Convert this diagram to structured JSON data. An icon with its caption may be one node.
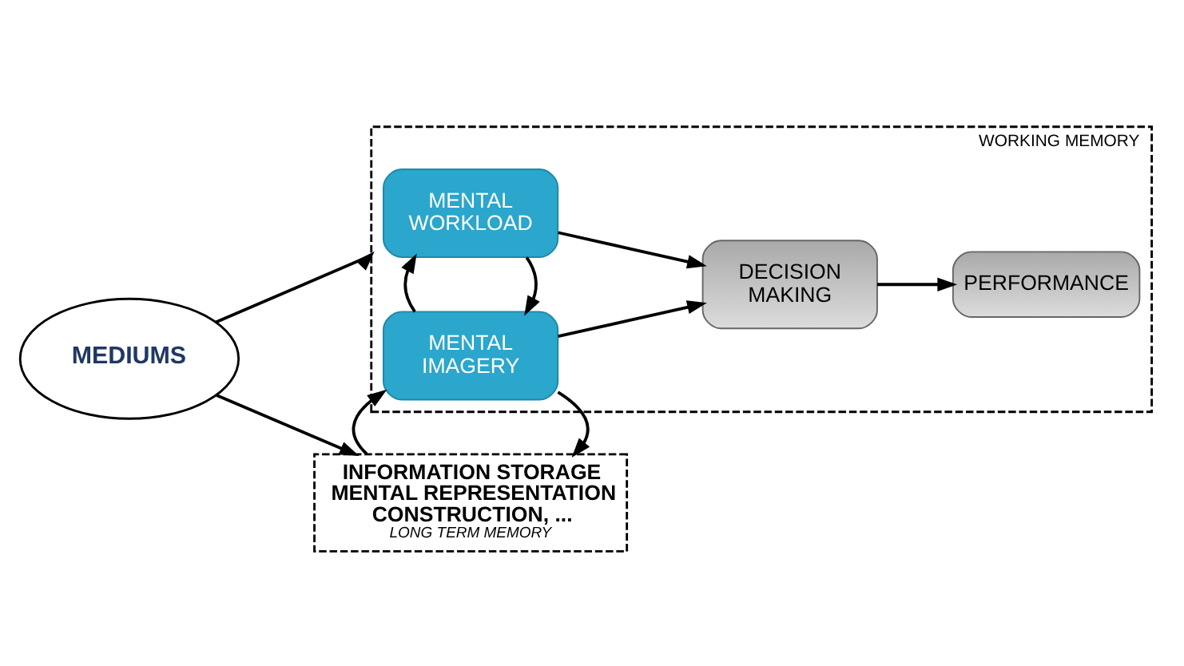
{
  "diagram": {
    "nodes": [
      {
        "text": [
          "WORKING MEMORY"
        ]
      },
      {
        "text": [
          "MENTAL WORKLOAD"
        ],
        "in": 0
      },
      {
        "text": [
          "MEDIUMS"
        ]
      },
      {
        "text": [
          "DECISION MAKING"
        ],
        "in": 0
      },
      {
        "text": [
          "PERFORMANCE"
        ],
        "in": 0
      },
      {
        "text": [
          "MENTAL IMAGERY"
        ],
        "in": 0
      },
      {
        "text": [
          "INFORMATION STORAGE MENTAL REPRESENTATION CONSTRUCTION, ...",
          "LONG TERM MEMORY"
        ]
      }
    ],
    "edges": [
      {
        "from": 2,
        "to": 0,
        "arrow": "to"
      },
      {
        "from": 2,
        "to": 6,
        "arrow": "to"
      },
      {
        "from": 1,
        "to": 5,
        "arrow": "to"
      },
      {
        "from": 5,
        "to": 1,
        "arrow": "to"
      },
      {
        "from": 1,
        "to": 3,
        "arrow": "to"
      },
      {
        "from": 5,
        "to": 3,
        "arrow": "to"
      },
      {
        "from": 3,
        "to": 4,
        "arrow": "to"
      },
      {
        "from": 5,
        "to": 6,
        "arrow": "to"
      },
      {
        "from": 6,
        "to": 5,
        "arrow": "to"
      }
    ]
  }
}
